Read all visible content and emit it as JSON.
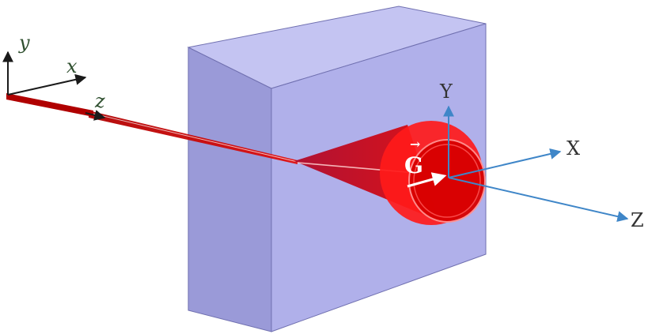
{
  "lab_axes": {
    "y_label": "y",
    "x_label": "x",
    "z_label": "z",
    "color": "#1a1a1a",
    "label_color": "#2f4f2f"
  },
  "crystal_axes": {
    "Y_label": "Y",
    "X_label": "X",
    "Z_label": "Z",
    "color": "#3f86c8",
    "label_color": "#333333"
  },
  "vector": {
    "label": "G",
    "arrow_glyph": "→"
  },
  "colors": {
    "slab_front": "#b0b0ea",
    "slab_side": "#9a9ad8",
    "slab_top": "#c4c4f2",
    "slab_edge": "#7070b0",
    "beam": "#c80000",
    "cone": "#d40000",
    "cylinder": "#ff1a1a"
  }
}
